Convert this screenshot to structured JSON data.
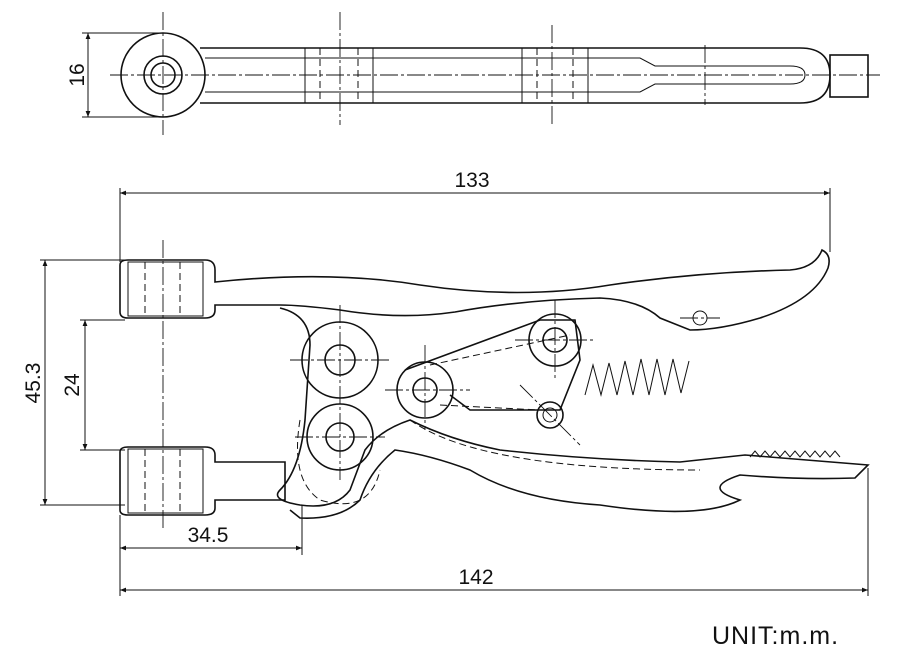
{
  "dimensions": {
    "top_thickness": "16",
    "upper_length": "133",
    "overall_height": "45.3",
    "jaw_opening": "24",
    "jaw_depth": "34.5",
    "overall_length": "142"
  },
  "unit_label": "UNIT:m.m."
}
